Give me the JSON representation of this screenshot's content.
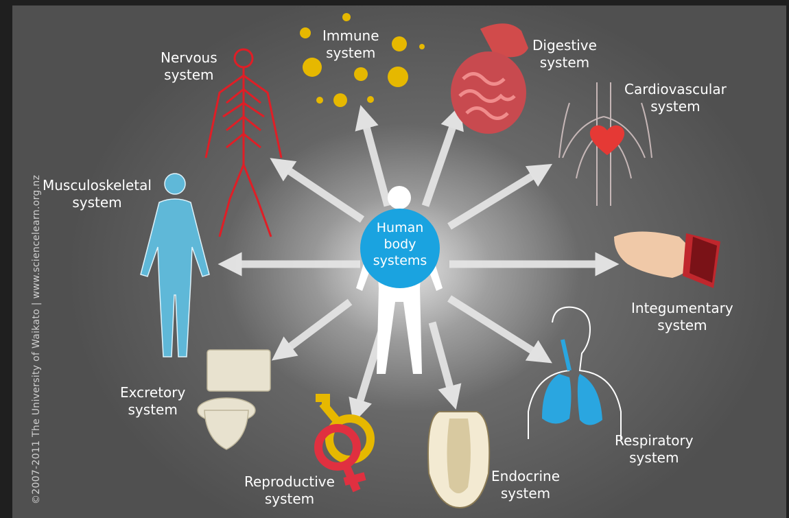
{
  "hub": {
    "line1": "Human",
    "line2": "body",
    "line3": "systems"
  },
  "systems": {
    "nervous": {
      "line1": "Nervous",
      "line2": "system"
    },
    "immune": {
      "line1": "Immune",
      "line2": "system"
    },
    "digestive": {
      "line1": "Digestive",
      "line2": "system"
    },
    "cardiovascular": {
      "line1": "Cardiovascular",
      "line2": "system"
    },
    "musculoskeletal": {
      "line1": "Musculoskeletal",
      "line2": "system"
    },
    "integumentary": {
      "line1": "Integumentary",
      "line2": "system"
    },
    "excretory": {
      "line1": "Excretory",
      "line2": "system"
    },
    "respiratory": {
      "line1": "Respiratory",
      "line2": "system"
    },
    "reproductive": {
      "line1": "Reproductive",
      "line2": "system"
    },
    "endocrine": {
      "line1": "Endocrine",
      "line2": "system"
    }
  },
  "credit": "©2007-2011 The University of Waikato | www.sciencelearn.org.nz",
  "colors": {
    "hub": "#1aa3e0",
    "arrow": "#e8e8e8",
    "nerve": "#e01e26",
    "skeleton": "#5fb8d8",
    "lung": "#2aa6e0",
    "gold": "#e6b800"
  }
}
